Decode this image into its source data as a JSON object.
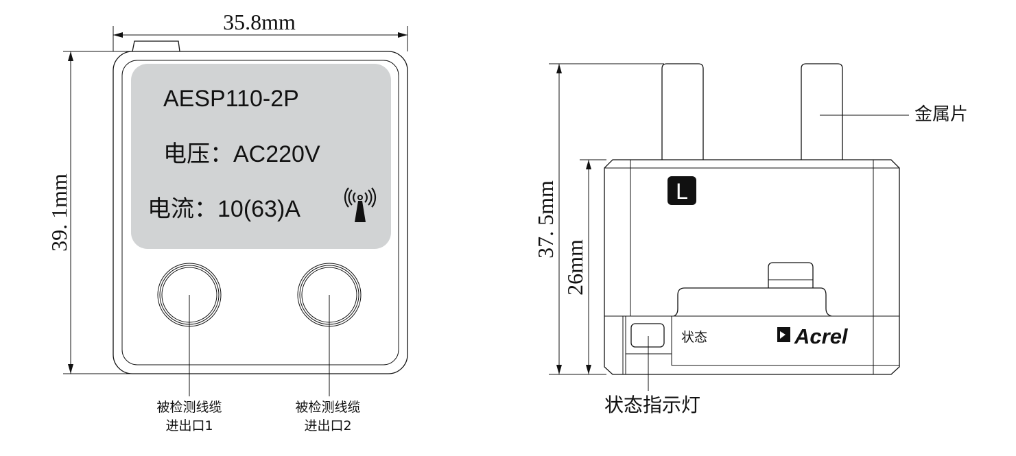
{
  "front_view": {
    "width_dim": "35.8mm",
    "height_dim": "39. 1mm",
    "label_panel": {
      "model": "AESP110-2P",
      "voltage": "电压：AC220V",
      "current": "电流：10(63)A",
      "icon": "wireless-antenna-icon",
      "panel_color": "#d1d3d4"
    },
    "port1_label": [
      "被检测线缆",
      "进出口1"
    ],
    "port2_label": [
      "被检测线缆",
      "进出口2"
    ]
  },
  "side_view": {
    "total_height_dim": "37. 5mm",
    "body_height_dim": "26mm",
    "prong_label": "金属片",
    "l_badge": "L",
    "status_text": "状态",
    "brand": "Acrel",
    "indicator_label": "状态指示灯"
  }
}
